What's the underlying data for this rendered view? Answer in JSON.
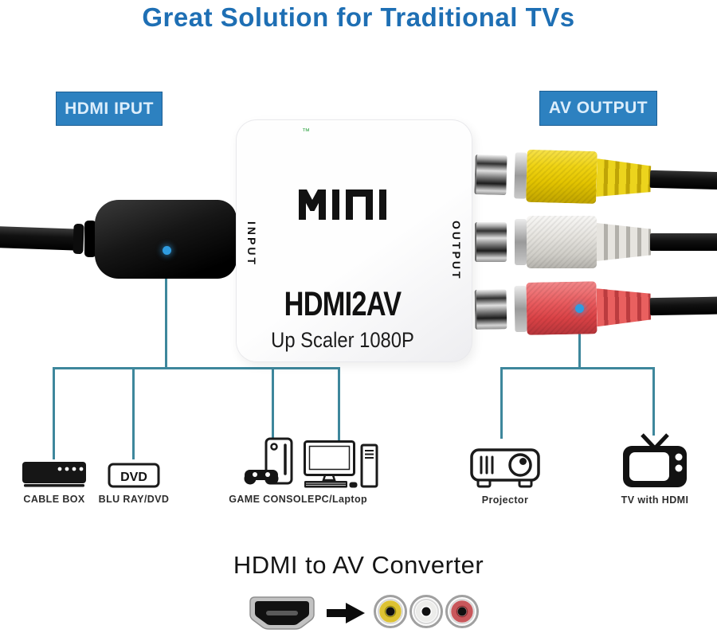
{
  "title": {
    "text": "Great Solution for Traditional TVs"
  },
  "tags": {
    "input": "HDMI IPUT",
    "output": "AV OUTPUT"
  },
  "converter": {
    "logo": "MINI",
    "trademark": "™",
    "model": "HDMI2AV",
    "subtitle": "Up Scaler 1080P",
    "input_side": "INPUT",
    "output_side": "OUTPUT"
  },
  "connectors": {
    "rca": [
      {
        "name": "video",
        "color": "#e9c900"
      },
      {
        "name": "audio-left",
        "color": "#e2e0db"
      },
      {
        "name": "audio-right",
        "color": "#e14e52"
      }
    ]
  },
  "devices": [
    {
      "id": "cable-box",
      "label": "CABLE BOX"
    },
    {
      "id": "blu-ray-dvd",
      "label": "BLU RAY/DVD",
      "icon_text": "DVD"
    },
    {
      "id": "game-console",
      "label": "GAME CONSOLE"
    },
    {
      "id": "pc-laptop",
      "label": "PC/Laptop"
    },
    {
      "id": "projector",
      "label": "Projector"
    },
    {
      "id": "tv",
      "label": "TV with HDMI"
    }
  ],
  "footer": {
    "caption": "HDMI to AV Converter"
  },
  "colors": {
    "accent_blue": "#1e6fb4",
    "tag_bg": "#2d81c0",
    "connection_line": "#3e879c",
    "marker_dot": "#2f9ce0"
  }
}
